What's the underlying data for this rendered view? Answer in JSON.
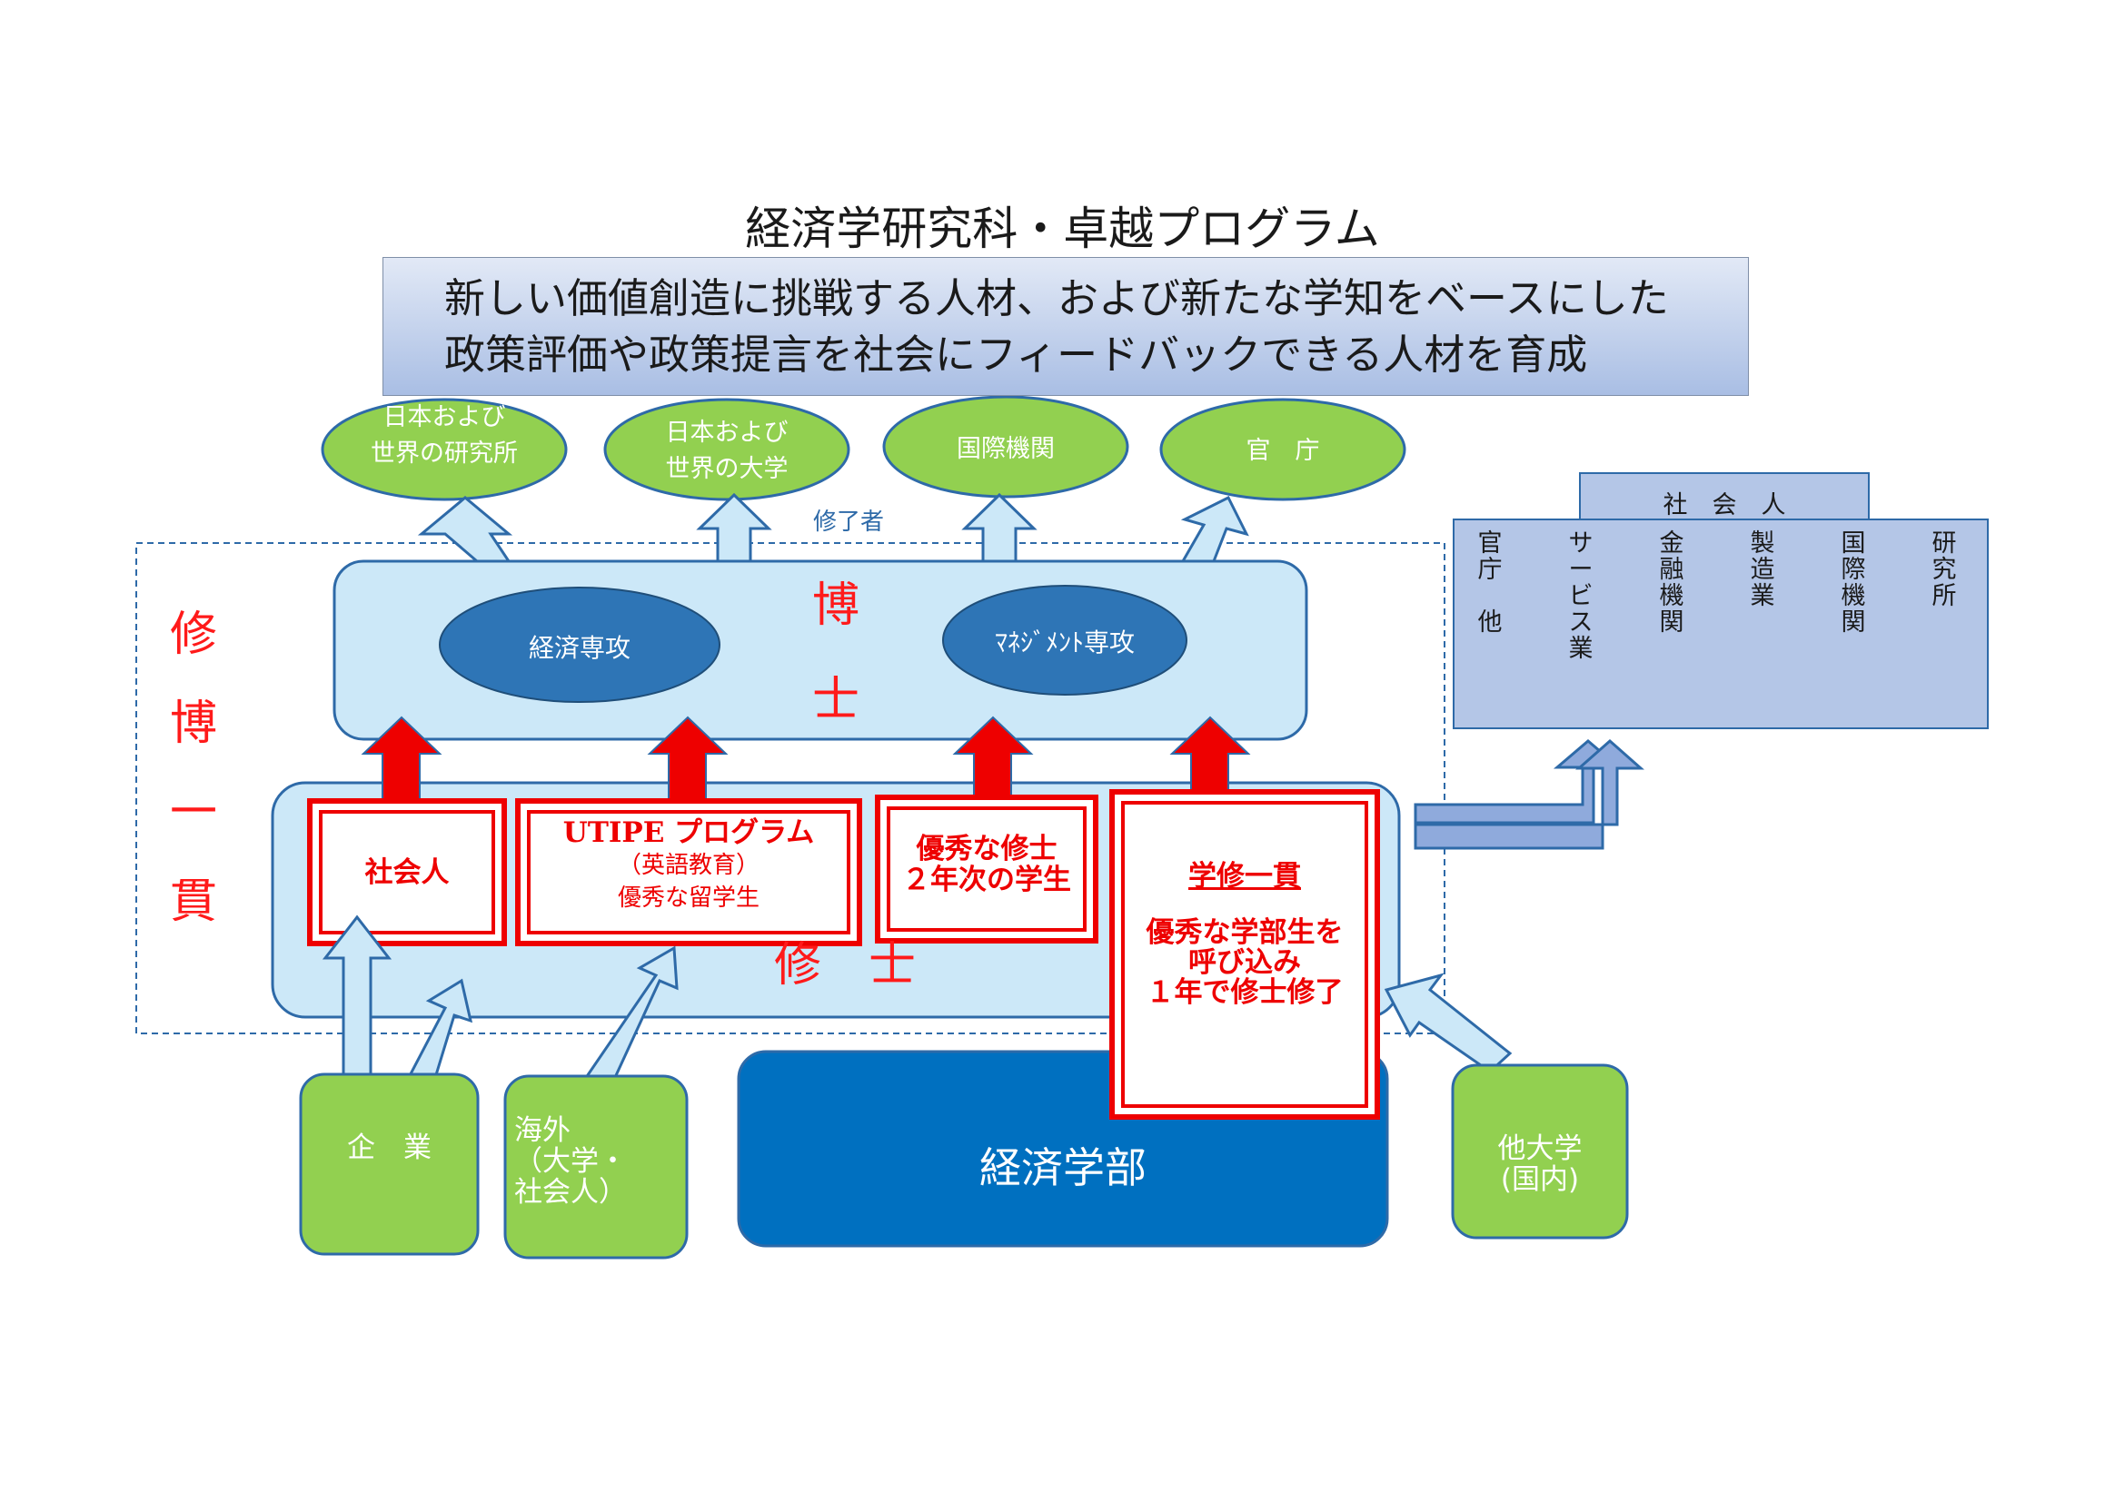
{
  "title": "経済学研究科・卓越プログラム",
  "mission": {
    "line1": "新しい価値創造に挑戦する人材、および新たな学知をベースにした",
    "line2": "政策評価や政策提言を社会にフィードバックできる人材を育成"
  },
  "destinations": [
    {
      "lines": [
        "日本および",
        "世界の研究所"
      ]
    },
    {
      "lines": [
        "日本および",
        "世界の大学"
      ]
    },
    {
      "lines": [
        "国際機関"
      ]
    },
    {
      "lines": [
        "官　庁"
      ]
    }
  ],
  "graduates_label": "修了者",
  "integrated_label": [
    "修",
    "博",
    "一",
    "貫"
  ],
  "doctoral": {
    "label": [
      "博",
      "士"
    ],
    "majors": [
      "経済専攻",
      "ﾏﾈｼﾞﾒﾝﾄ専攻"
    ]
  },
  "masters": {
    "label": "修　士",
    "programs": [
      {
        "lines": [
          "社会人"
        ]
      },
      {
        "lines": [
          "UTIPE プログラム",
          "（英語教育）",
          "優秀な留学生"
        ]
      },
      {
        "lines": [
          "優秀な修士",
          "２年次の学生"
        ]
      },
      {
        "title": "学修一貫",
        "lines": [
          "優秀な学部生を",
          "呼び込み",
          "１年で修士修了"
        ]
      }
    ]
  },
  "sources": [
    {
      "lines": [
        "企　業"
      ]
    },
    {
      "lines": [
        "海外",
        "（大学・",
        "社会人）"
      ]
    },
    {
      "lines": [
        "他大学",
        "(国内)"
      ]
    }
  ],
  "faculty": "経済学部",
  "society": {
    "header": "社　会　人",
    "columns": [
      [
        "官",
        "庁",
        "",
        "他"
      ],
      [
        "サ",
        "ー",
        "ビ",
        "ス",
        "業"
      ],
      [
        "金",
        "融",
        "機",
        "関"
      ],
      [
        "製",
        "造",
        "業"
      ],
      [
        "国",
        "際",
        "機",
        "関"
      ],
      [
        "研",
        "究",
        "所"
      ]
    ]
  },
  "colors": {
    "green": "#92d050",
    "green_border": "#2e6aa8",
    "navy": "#2e6aa8",
    "doctoral_fill": "#cce8f8",
    "red": "#ee0000",
    "faculty_fill": "#0070c0",
    "society_fill": "#b4c6e7"
  }
}
